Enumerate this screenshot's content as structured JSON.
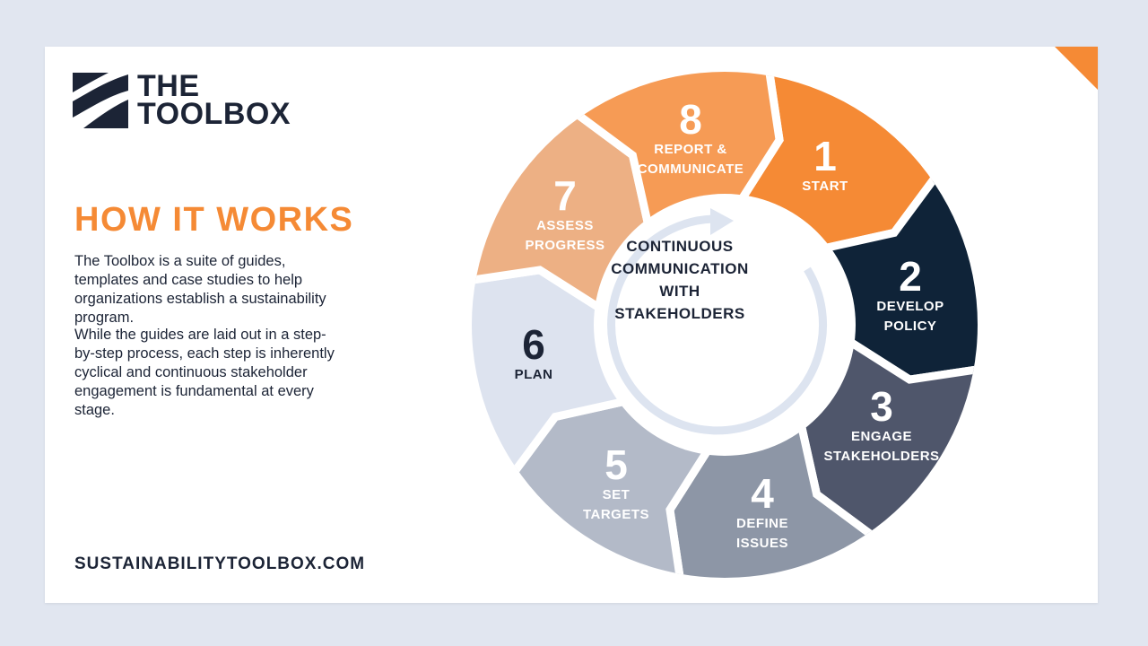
{
  "logo": {
    "line1": "THE",
    "line2": "TOOLBOX"
  },
  "heading": "HOW IT WORKS",
  "paragraphs": [
    "The Toolbox is a suite of guides, templates and case studies to help organizations establish a sustainability program.",
    "While the guides are laid out in a step-by-step process, each step is inherently cyclical and continuous stakeholder engagement is fundamental at every stage."
  ],
  "footer": "SUSTAINABILITYTOOLBOX.COM",
  "center": {
    "l1": "CONTINUOUS",
    "l2": "COMMUNICATION",
    "l3": "WITH",
    "l4": "STAKEHOLDERS"
  },
  "colors": {
    "accent": "#f58a35",
    "navy": "#0f2338",
    "bg": "#e1e6f0"
  },
  "steps": [
    {
      "num": "1",
      "l1": "START",
      "l2": "",
      "color": "#f58a35",
      "icon": "rocket-icon"
    },
    {
      "num": "2",
      "l1": "DEVELOP",
      "l2": "POLICY",
      "color": "#0f2338",
      "icon": "pencil-icon"
    },
    {
      "num": "3",
      "l1": "ENGAGE",
      "l2": "STAKEHOLDERS",
      "color": "#4f566b",
      "icon": "eye-icon"
    },
    {
      "num": "4",
      "l1": "DEFINE",
      "l2": "ISSUES",
      "color": "#8d96a6",
      "icon": "wrench-icon"
    },
    {
      "num": "5",
      "l1": "SET",
      "l2": "TARGETS",
      "color": "#b3bac8",
      "icon": "target-icon"
    },
    {
      "num": "6",
      "l1": "PLAN",
      "l2": "",
      "color": "#dde3ef",
      "icon": "clipboard-plan-icon"
    },
    {
      "num": "7",
      "l1": "ASSESS",
      "l2": "PROGRESS",
      "color": "#edb084",
      "icon": "checklist-icon"
    },
    {
      "num": "8",
      "l1": "REPORT &",
      "l2": "COMMUNICATE",
      "color": "#f69b55",
      "icon": "speech-bubble-icon"
    }
  ]
}
